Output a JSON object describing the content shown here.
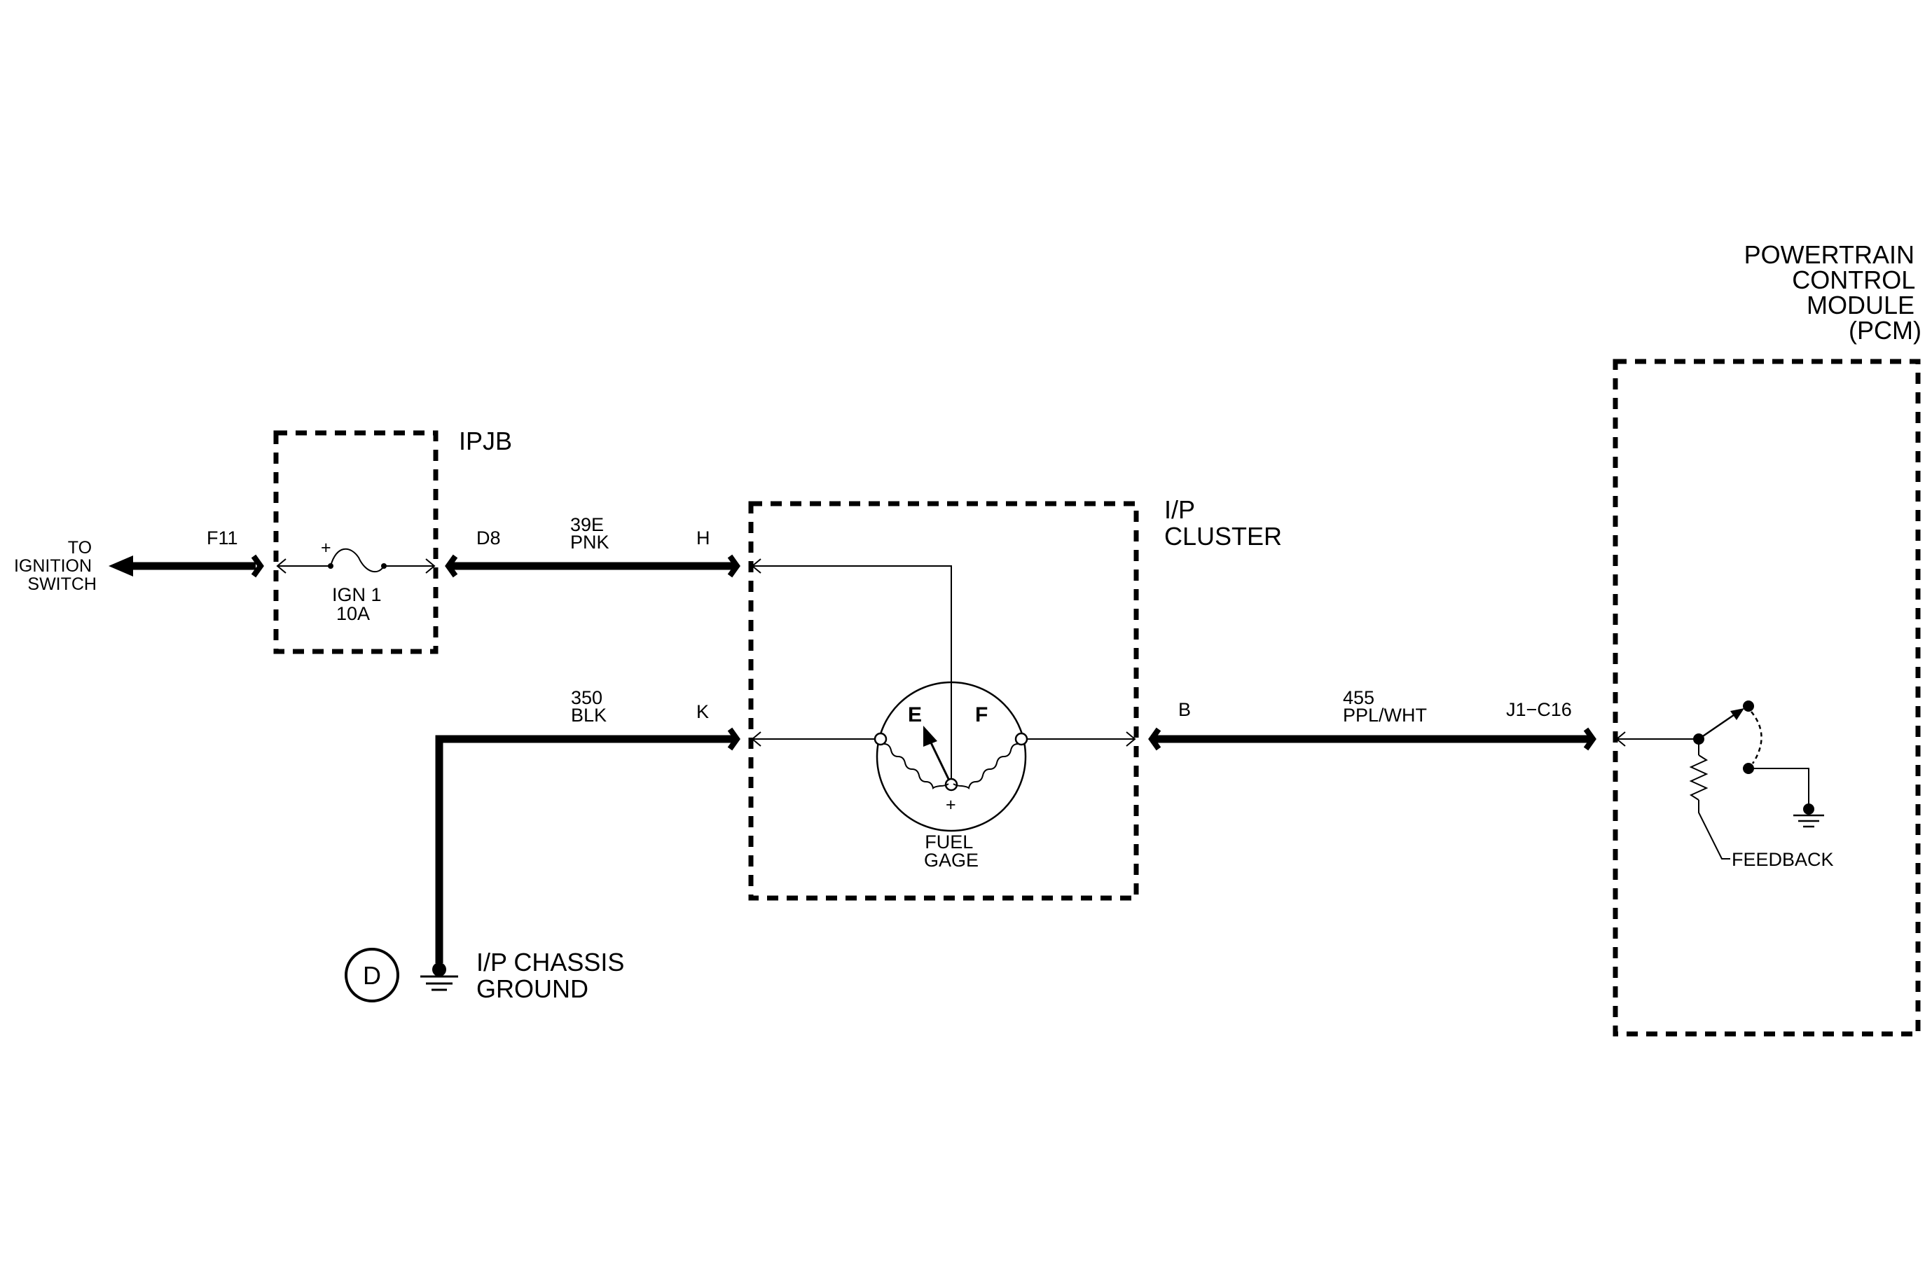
{
  "labels": {
    "to_ignition_switch": [
      "TO",
      "IGNITION",
      "SWITCH"
    ],
    "f11": "F11",
    "ipjb": "IPJB",
    "fuse_plus": "+",
    "fuse_name": "IGN 1",
    "fuse_rating": "10A",
    "d8": "D8",
    "wire_39e_circuit": "39E",
    "wire_39e_color": "PNK",
    "h": "H",
    "ip_cluster": [
      "I/P",
      "CLUSTER"
    ],
    "wire_350_circuit": "350",
    "wire_350_color": "BLK",
    "k": "K",
    "gage_e": "E",
    "gage_f": "F",
    "gage_plus": "+",
    "fuel_gage": [
      "FUEL",
      "GAGE"
    ],
    "b": "B",
    "wire_455_circuit": "455",
    "wire_455_color": "PPL/WHT",
    "j1_c16": "J1−C16",
    "pcm": [
      "POWERTRAIN",
      "CONTROL",
      "MODULE",
      "(PCM)"
    ],
    "feedback": "FEEDBACK",
    "ground_id": "D",
    "ip_chassis_ground": [
      "I/P CHASSIS",
      "GROUND"
    ]
  }
}
